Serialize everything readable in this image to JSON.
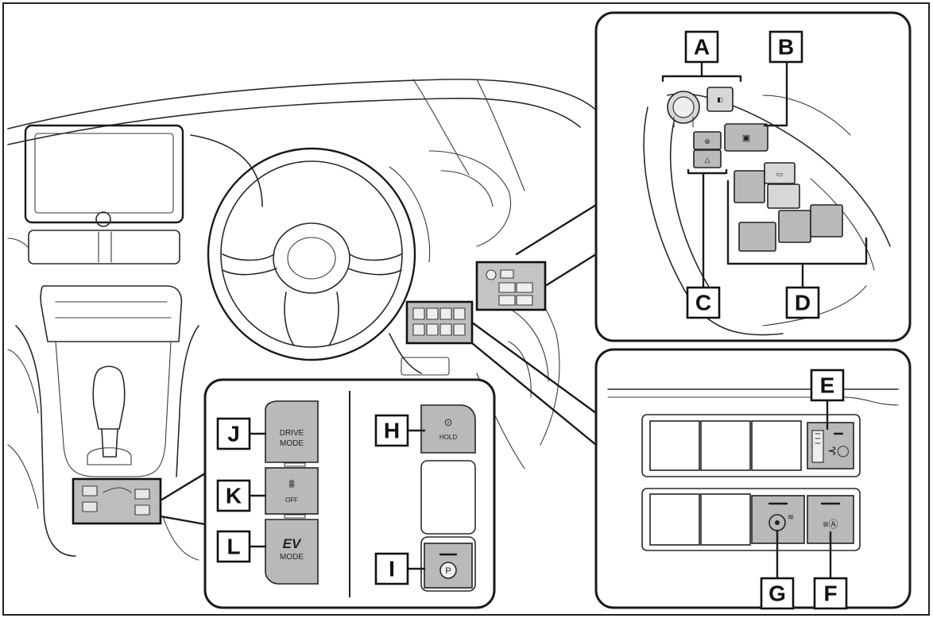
{
  "labels": {
    "A": "A",
    "B": "B",
    "C": "C",
    "D": "D",
    "E": "E",
    "F": "F",
    "G": "G",
    "H": "H",
    "I": "I",
    "J": "J",
    "K": "K",
    "L": "L"
  },
  "buttons": {
    "drive_mode_1": "DRIVE",
    "drive_mode_2": "MODE",
    "traction_off": "OFF",
    "ev_1": "EV",
    "ev_2": "MODE",
    "hold": "HOLD",
    "parking": "P"
  },
  "colors": {
    "switch_fill": "#b9b9b9",
    "line": "#2a2a2a",
    "background": "#ffffff"
  }
}
